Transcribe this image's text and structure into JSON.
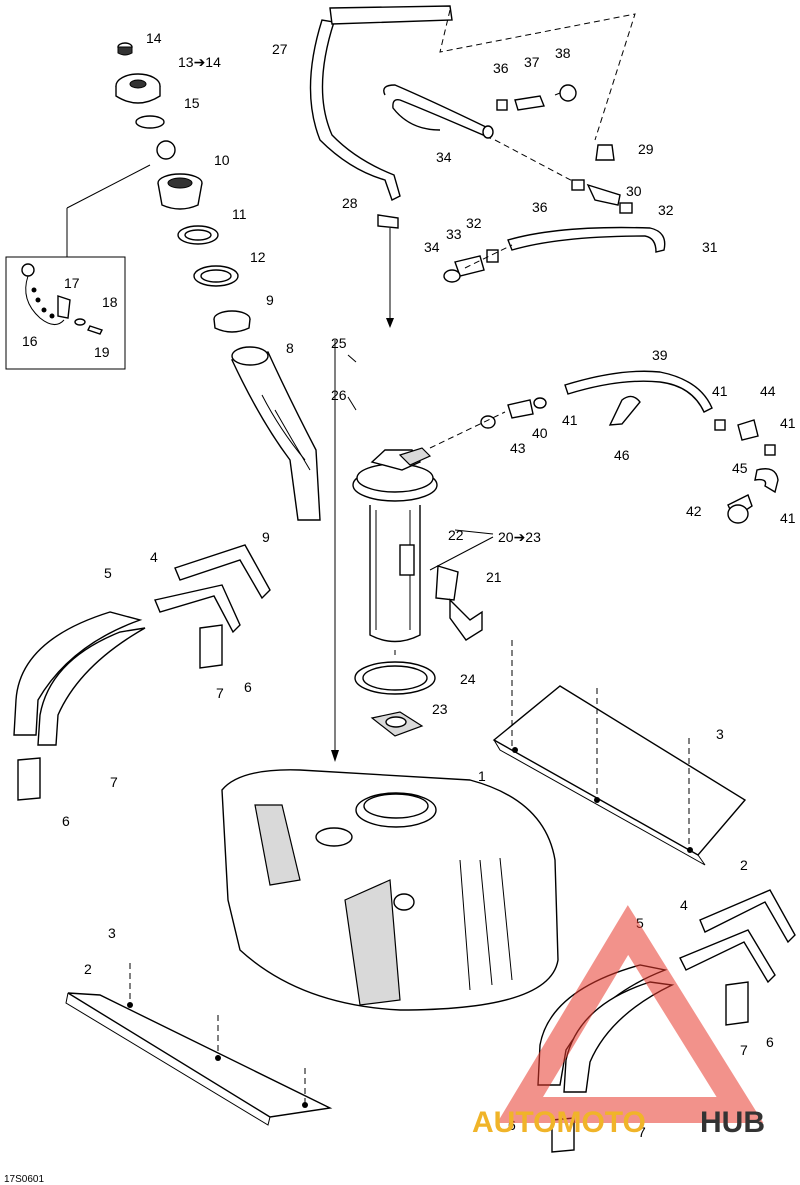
{
  "diagram": {
    "drawing_code": "17S0601",
    "callouts": [
      {
        "id": "c14",
        "text": "14"
      },
      {
        "id": "c13",
        "text": "13➔14"
      },
      {
        "id": "c15",
        "text": "15"
      },
      {
        "id": "c10",
        "text": "10"
      },
      {
        "id": "c11",
        "text": "11"
      },
      {
        "id": "c12",
        "text": "12"
      },
      {
        "id": "c9a",
        "text": "9"
      },
      {
        "id": "c8",
        "text": "8"
      },
      {
        "id": "c17",
        "text": "17"
      },
      {
        "id": "c18",
        "text": "18"
      },
      {
        "id": "c16",
        "text": "16"
      },
      {
        "id": "c19",
        "text": "19"
      },
      {
        "id": "c27",
        "text": "27"
      },
      {
        "id": "c36a",
        "text": "36"
      },
      {
        "id": "c37",
        "text": "37"
      },
      {
        "id": "c38",
        "text": "38"
      },
      {
        "id": "c34a",
        "text": "34"
      },
      {
        "id": "c29",
        "text": "29"
      },
      {
        "id": "c30",
        "text": "30"
      },
      {
        "id": "c36b",
        "text": "36"
      },
      {
        "id": "c32a",
        "text": "32"
      },
      {
        "id": "c28",
        "text": "28"
      },
      {
        "id": "c32b",
        "text": "32"
      },
      {
        "id": "c33",
        "text": "33"
      },
      {
        "id": "c34b",
        "text": "34"
      },
      {
        "id": "c31",
        "text": "31"
      },
      {
        "id": "c25",
        "text": "25"
      },
      {
        "id": "c26",
        "text": "26"
      },
      {
        "id": "c39",
        "text": "39"
      },
      {
        "id": "c41a",
        "text": "41"
      },
      {
        "id": "c44",
        "text": "44"
      },
      {
        "id": "c41b",
        "text": "41"
      },
      {
        "id": "c40",
        "text": "40"
      },
      {
        "id": "c41c",
        "text": "41"
      },
      {
        "id": "c43",
        "text": "43"
      },
      {
        "id": "c46",
        "text": "46"
      },
      {
        "id": "c45",
        "text": "45"
      },
      {
        "id": "c42",
        "text": "42"
      },
      {
        "id": "c41d",
        "text": "41"
      },
      {
        "id": "c22",
        "text": "22"
      },
      {
        "id": "c20",
        "text": "20➔23"
      },
      {
        "id": "c21",
        "text": "21"
      },
      {
        "id": "c9b",
        "text": "9"
      },
      {
        "id": "c4a",
        "text": "4"
      },
      {
        "id": "c5a",
        "text": "5"
      },
      {
        "id": "c6a",
        "text": "6"
      },
      {
        "id": "c7a",
        "text": "7"
      },
      {
        "id": "c7b",
        "text": "7"
      },
      {
        "id": "c6b",
        "text": "6"
      },
      {
        "id": "c24",
        "text": "24"
      },
      {
        "id": "c23",
        "text": "23"
      },
      {
        "id": "c3a",
        "text": "3"
      },
      {
        "id": "c1",
        "text": "1"
      },
      {
        "id": "c2a",
        "text": "2"
      },
      {
        "id": "c3b",
        "text": "3"
      },
      {
        "id": "c2b",
        "text": "2"
      },
      {
        "id": "c4b",
        "text": "4"
      },
      {
        "id": "c5b",
        "text": "5"
      },
      {
        "id": "c6c",
        "text": "6"
      },
      {
        "id": "c7c",
        "text": "7"
      },
      {
        "id": "c6d",
        "text": "6"
      },
      {
        "id": "c7d",
        "text": "7"
      }
    ]
  },
  "watermark": {
    "text_part1": "AUTOMOTO",
    "text_part2": "HUB",
    "color_primary": "#e8392b",
    "color_secondary": "#f0b429",
    "color_dark": "#333333"
  }
}
